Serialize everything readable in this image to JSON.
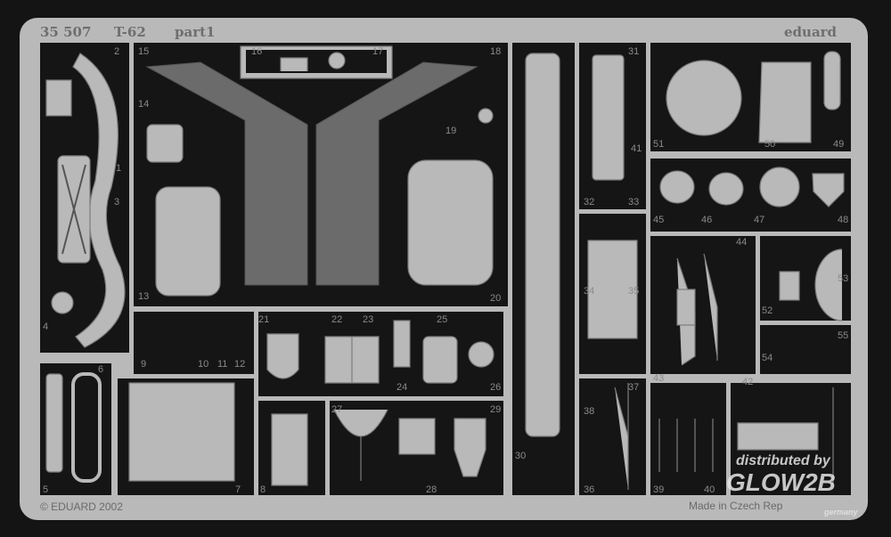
{
  "fret": {
    "code": "35 507",
    "model": "T-62",
    "part": "part1",
    "brand": "eduard",
    "copyright": "© EDUARD 2002",
    "origin": "Made in Czech Rep",
    "watermark_line1": "distributed by",
    "watermark_logo": "GLOW2B",
    "watermark_sub": "germany"
  },
  "labels": [
    "1",
    "2",
    "3",
    "4",
    "5",
    "6",
    "7",
    "8",
    "9",
    "10",
    "11",
    "12",
    "13",
    "14",
    "15",
    "16",
    "17",
    "18",
    "19",
    "20",
    "21",
    "22",
    "23",
    "24",
    "25",
    "26",
    "27",
    "28",
    "29",
    "30",
    "31",
    "32",
    "33",
    "34",
    "35",
    "36",
    "37",
    "38",
    "39",
    "40",
    "41",
    "42",
    "43",
    "44",
    "45",
    "46",
    "47",
    "48",
    "49",
    "50",
    "51",
    "52",
    "53",
    "54",
    "55"
  ],
  "colors": {
    "fret": "#b9b9b9",
    "background": "#141414",
    "cutout": "#151515"
  }
}
